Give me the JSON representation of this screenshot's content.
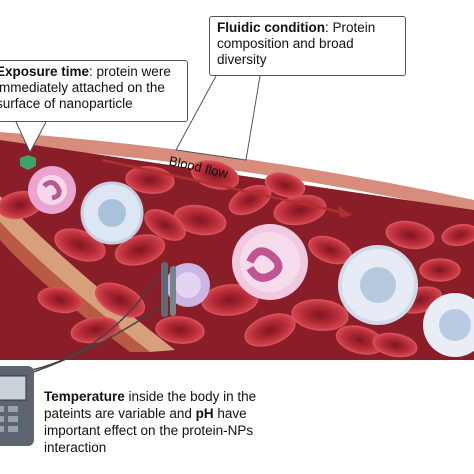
{
  "callouts": {
    "fluidic": {
      "title": "Fluidic condition",
      "text": ": Protein composition and broad diversity"
    },
    "exposure": {
      "title": "Exposure time",
      "text": ": protein were immediately attached on the surface of nanoparticle"
    }
  },
  "flow_label": "Blood flow",
  "temperature_note": {
    "bold1": "Temperature",
    "text1": " inside the body in the pateints  are variable and ",
    "bold2": "pH",
    "text2": " have important effect on the protein-NPs interaction"
  },
  "colors": {
    "vessel_wall": "#c97a6a",
    "plasma": "#8a1e28",
    "rbc": "#c0303a",
    "white_cell": "#e8eaf5",
    "neutrophil": "#f2c4dc",
    "arrow": "#b03030"
  },
  "icons": [
    "meter-device-icon",
    "probe-icon",
    "nanoparticle-icon"
  ]
}
